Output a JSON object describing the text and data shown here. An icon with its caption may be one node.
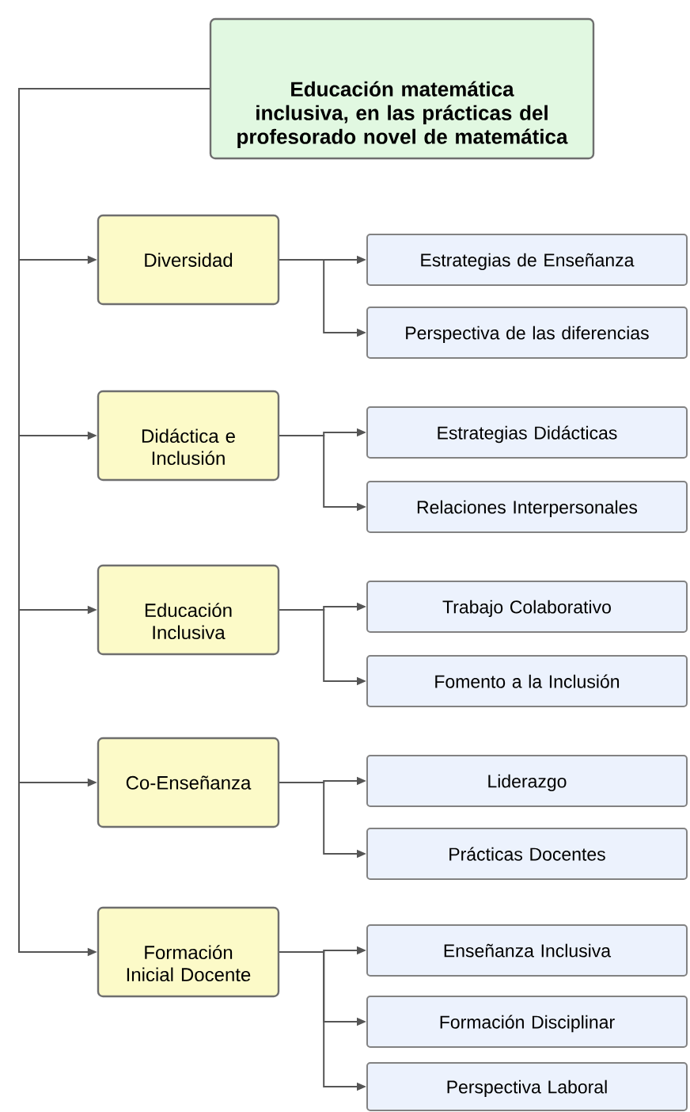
{
  "diagram": {
    "nodes": [
      {
        "text": [
          "Educación matemática inclusiva, en las prácticas del profesorado novel de matemática"
        ]
      },
      {
        "text": [
          "Diversidad"
        ]
      },
      {
        "text": [
          "Estrategias de Enseñanza"
        ]
      },
      {
        "text": [
          "Perspectiva de las diferencias"
        ]
      },
      {
        "text": [
          "Didáctica e Inclusión"
        ]
      },
      {
        "text": [
          "Estrategias Didácticas"
        ]
      },
      {
        "text": [
          "Relaciones Interpersonales"
        ]
      },
      {
        "text": [
          "Educación Inclusiva"
        ]
      },
      {
        "text": [
          "Trabajo Colaborativo"
        ]
      },
      {
        "text": [
          "Fomento a la Inclusión"
        ]
      },
      {
        "text": [
          "Co-Enseñanza"
        ]
      },
      {
        "text": [
          "Liderazgo"
        ]
      },
      {
        "text": [
          "Prácticas Docentes"
        ]
      },
      {
        "text": [
          "Formación Inicial Docente"
        ]
      },
      {
        "text": [
          "Enseñanza Inclusiva"
        ]
      },
      {
        "text": [
          "Formación Disciplinar"
        ]
      },
      {
        "text": [
          "Perspectiva Laboral"
        ]
      }
    ],
    "edges": [
      {
        "from": 0,
        "to": 1,
        "arrow": "to"
      },
      {
        "from": 0,
        "to": 4,
        "arrow": "to"
      },
      {
        "from": 0,
        "to": 7,
        "arrow": "to"
      },
      {
        "from": 0,
        "to": 10,
        "arrow": "to"
      },
      {
        "from": 0,
        "to": 13,
        "arrow": "to"
      },
      {
        "from": 1,
        "to": 2,
        "arrow": "to"
      },
      {
        "from": 1,
        "to": 3,
        "arrow": "to"
      },
      {
        "from": 4,
        "to": 5,
        "arrow": "to"
      },
      {
        "from": 4,
        "to": 6,
        "arrow": "to"
      },
      {
        "from": 7,
        "to": 8,
        "arrow": "to"
      },
      {
        "from": 7,
        "to": 9,
        "arrow": "to"
      },
      {
        "from": 10,
        "to": 11,
        "arrow": "to"
      },
      {
        "from": 10,
        "to": 12,
        "arrow": "to"
      },
      {
        "from": 13,
        "to": 14,
        "arrow": "to"
      },
      {
        "from": 13,
        "to": 15,
        "arrow": "to"
      },
      {
        "from": 13,
        "to": 16,
        "arrow": "to"
      }
    ]
  }
}
